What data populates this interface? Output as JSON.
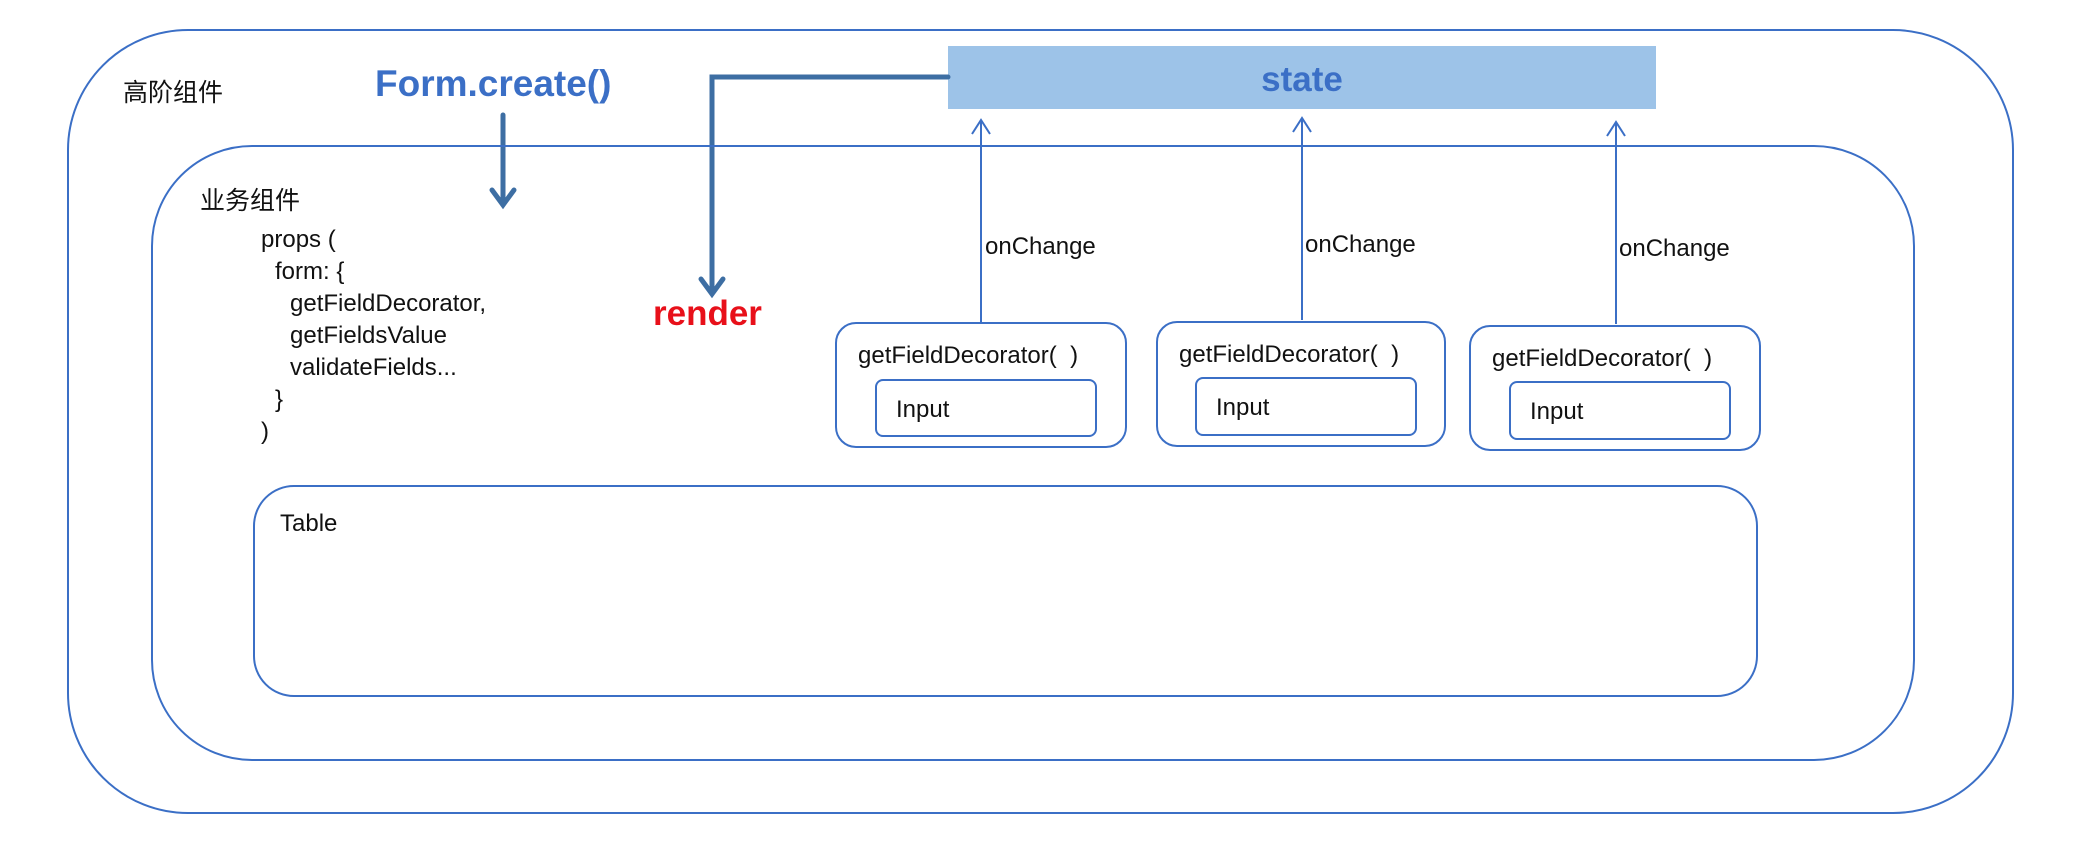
{
  "outer": {
    "label": "高阶组件"
  },
  "hoc_call": {
    "label": "Form.create()"
  },
  "state_box": {
    "label": "state"
  },
  "render": {
    "label": "render"
  },
  "inner": {
    "label": "业务组件",
    "props_lines": [
      "props (",
      "form: {",
      "getFieldDecorator,",
      "getFieldsValue",
      "validateFields...",
      "}",
      ")"
    ]
  },
  "decorators": [
    {
      "label": "getFieldDecorator(  )",
      "input_label": "Input",
      "event_label": "onChange"
    },
    {
      "label": "getFieldDecorator(  )",
      "input_label": "Input",
      "event_label": "onChange"
    },
    {
      "label": "getFieldDecorator(  )",
      "input_label": "Input",
      "event_label": "onChange"
    }
  ],
  "table": {
    "label": "Table"
  },
  "colors": {
    "line": "#3b6fc6",
    "arrow_dark": "#3d6ea3",
    "state_fill": "#9dc3e8",
    "title_blue": "#3b6fc6",
    "render_red": "#e8101a"
  }
}
